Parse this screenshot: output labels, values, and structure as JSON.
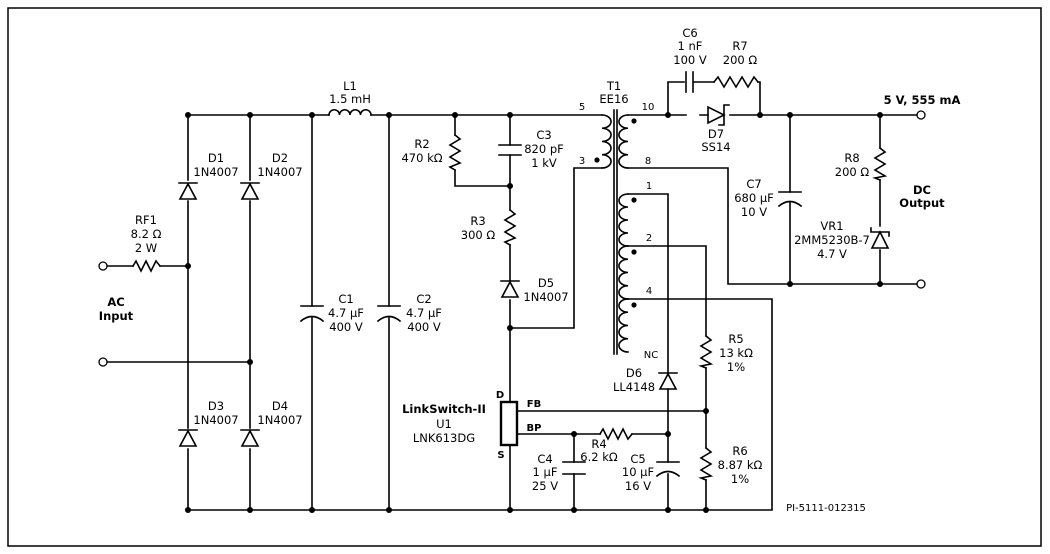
{
  "RF1": {
    "ref": "RF1",
    "value": "8.2 Ω",
    "rating": "2 W"
  },
  "L1": {
    "ref": "L1",
    "value": "1.5 mH"
  },
  "D1": {
    "ref": "D1",
    "part": "1N4007"
  },
  "D2": {
    "ref": "D2",
    "part": "1N4007"
  },
  "D3": {
    "ref": "D3",
    "part": "1N4007"
  },
  "D4": {
    "ref": "D4",
    "part": "1N4007"
  },
  "C1": {
    "ref": "C1",
    "value": "4.7 μF",
    "rating": "400 V"
  },
  "C2": {
    "ref": "C2",
    "value": "4.7 μF",
    "rating": "400 V"
  },
  "R2": {
    "ref": "R2",
    "value": "470 kΩ"
  },
  "C3": {
    "ref": "C3",
    "value": "820 pF",
    "rating": "1 kV"
  },
  "R3": {
    "ref": "R3",
    "value": "300 Ω"
  },
  "D5": {
    "ref": "D5",
    "part": "1N4007"
  },
  "T1": {
    "ref": "T1",
    "core": "EE16",
    "pins": {
      "p5": "5",
      "p3": "3",
      "p10": "10",
      "p8": "8",
      "p1": "1",
      "p2": "2",
      "p4": "4",
      "nc": "NC"
    }
  },
  "C6": {
    "ref": "C6",
    "value": "1 nF",
    "rating": "100 V"
  },
  "R7": {
    "ref": "R7",
    "value": "200 Ω"
  },
  "D7": {
    "ref": "D7",
    "part": "SS14"
  },
  "C7": {
    "ref": "C7",
    "value": "680 μF",
    "rating": "10 V"
  },
  "R8": {
    "ref": "R8",
    "value": "200 Ω"
  },
  "VR1": {
    "ref": "VR1",
    "part": "2MM5230B-7",
    "value": "4.7 V"
  },
  "R5": {
    "ref": "R5",
    "value": "13 kΩ",
    "tol": "1%"
  },
  "D6": {
    "ref": "D6",
    "part": "LL4148"
  },
  "U1": {
    "name": "LinkSwitch-II",
    "ref": "U1",
    "part": "LNK613DG",
    "pin_d": "D",
    "pin_fb": "FB",
    "pin_bp": "BP",
    "pin_s": "S"
  },
  "R4": {
    "ref": "R4",
    "value": "6.2 kΩ"
  },
  "C4": {
    "ref": "C4",
    "value": "1 μF",
    "rating": "25 V"
  },
  "C5": {
    "ref": "C5",
    "value": "10 μF",
    "rating": "16 V"
  },
  "R6": {
    "ref": "R6",
    "value": "8.87 kΩ",
    "tol": "1%"
  },
  "labels": {
    "ac_input_1": "AC",
    "ac_input_2": "Input",
    "output_rating": "5 V, 555 mA",
    "dc_output_1": "DC",
    "dc_output_2": "Output",
    "drawing_id": "PI-5111-012315"
  }
}
